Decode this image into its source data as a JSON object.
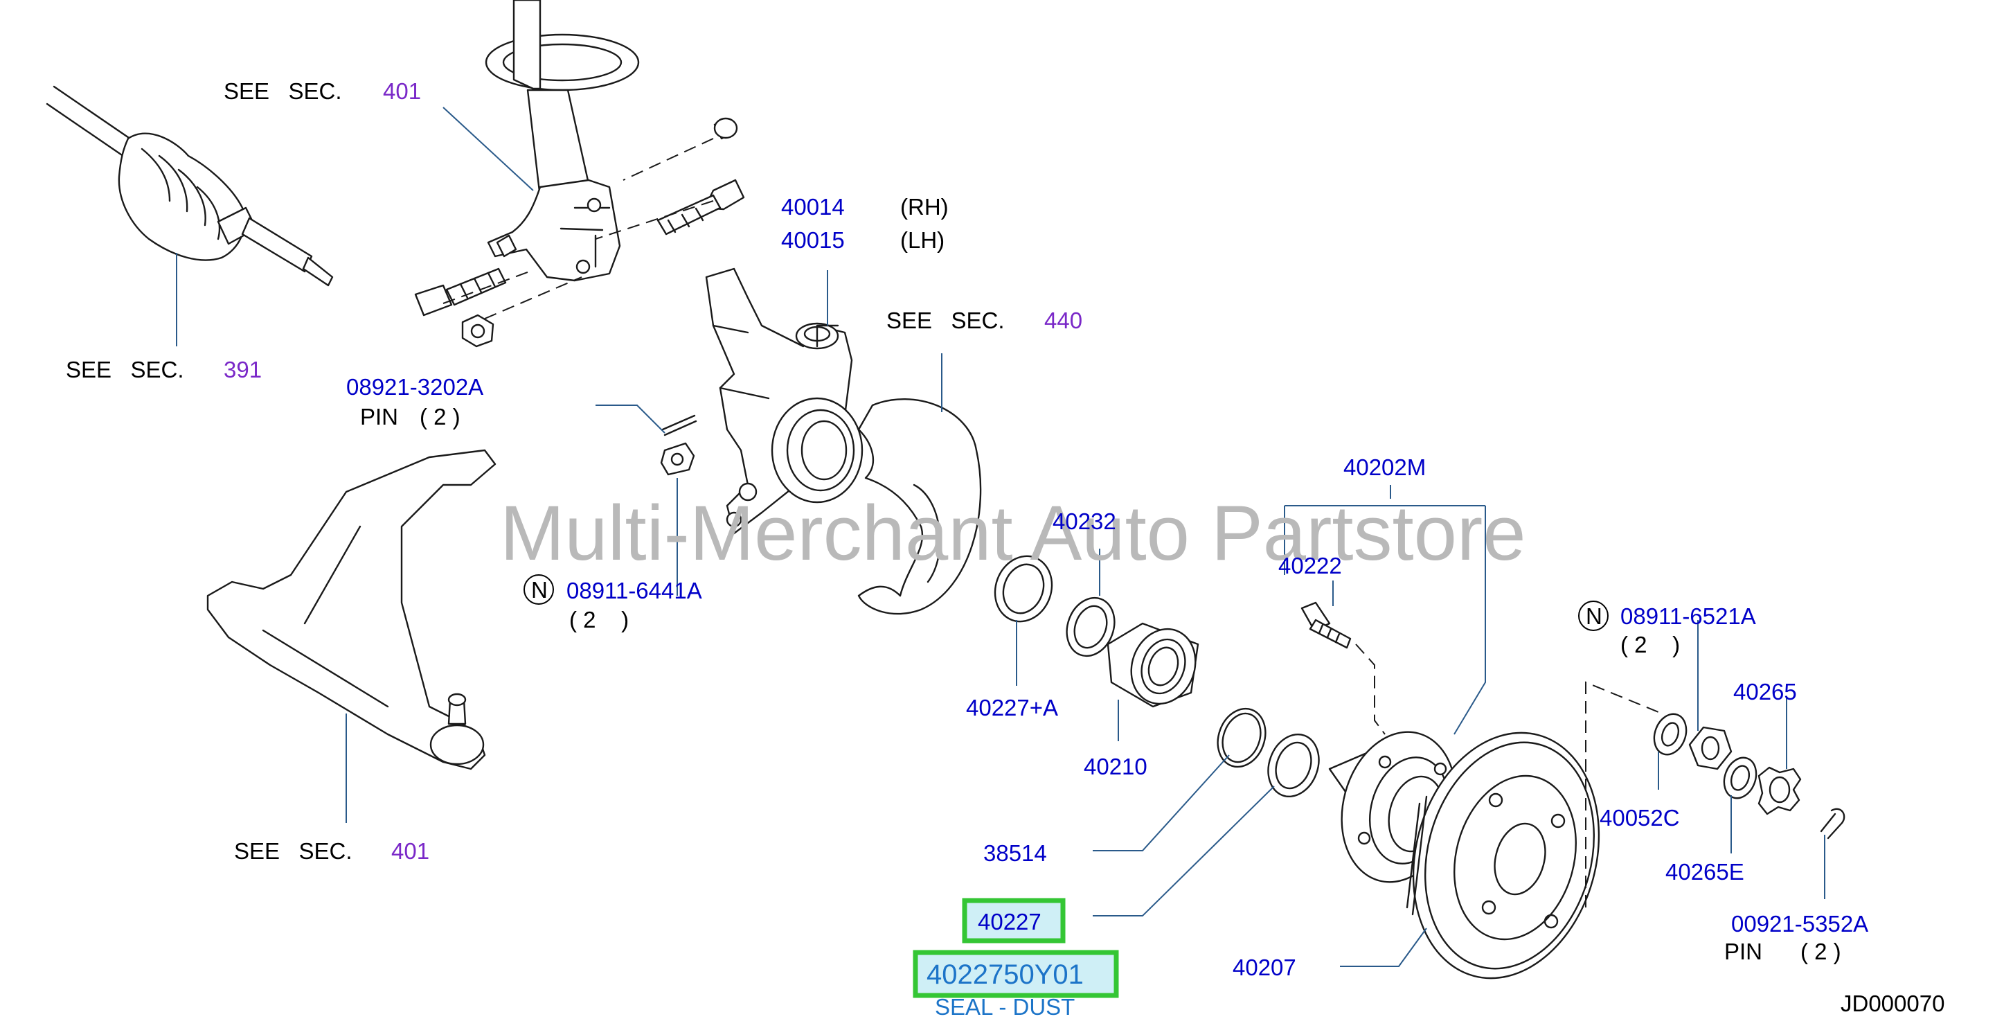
{
  "colors": {
    "part_number": "#0000c8",
    "section_ref": "#7a28c8",
    "text": "#000000",
    "leader": "#2a5a8a",
    "highlight_border": "#34c634",
    "highlight_fill": "#cfeff6",
    "desc_text": "#1c74c8"
  },
  "watermark": "Multi-Merchant Auto Partstore",
  "diagram_code": "JD000070",
  "see_sec_text": "SEE   SEC.",
  "refs": {
    "strut": "401",
    "axle": "391",
    "brake": "440",
    "lower_arm": "401"
  },
  "parts": {
    "knuckle_rh": "40014",
    "knuckle_rh_side": "(RH)",
    "knuckle_lh": "40015",
    "knuckle_lh_side": "(LH)",
    "pin": "08921-3202A",
    "pin_label": "PIN",
    "pin_qty": "( 2 )",
    "nut_knuckle": "08911-6441A",
    "nut_knuckle_qty": "( 2    )",
    "n_mark": "N",
    "seal_inner": "40232",
    "seal_kit": "40227+A",
    "bearing": "40210",
    "snap_ring": "38514",
    "hub_assy": "40202M",
    "hub_bolt": "40222",
    "hub_nut": "08911-6521A",
    "hub_nut_qty": "( 2    )",
    "washer": "40052C",
    "cap": "40265",
    "cap_e": "40265E",
    "cotter_pin": "00921-5352A",
    "cotter_label": "PIN",
    "cotter_qty": "( 2 )",
    "rotor": "40207",
    "seal_dust": "40227",
    "seal_dust_oem": "4022750Y01",
    "seal_dust_desc": "SEAL - DUST"
  }
}
